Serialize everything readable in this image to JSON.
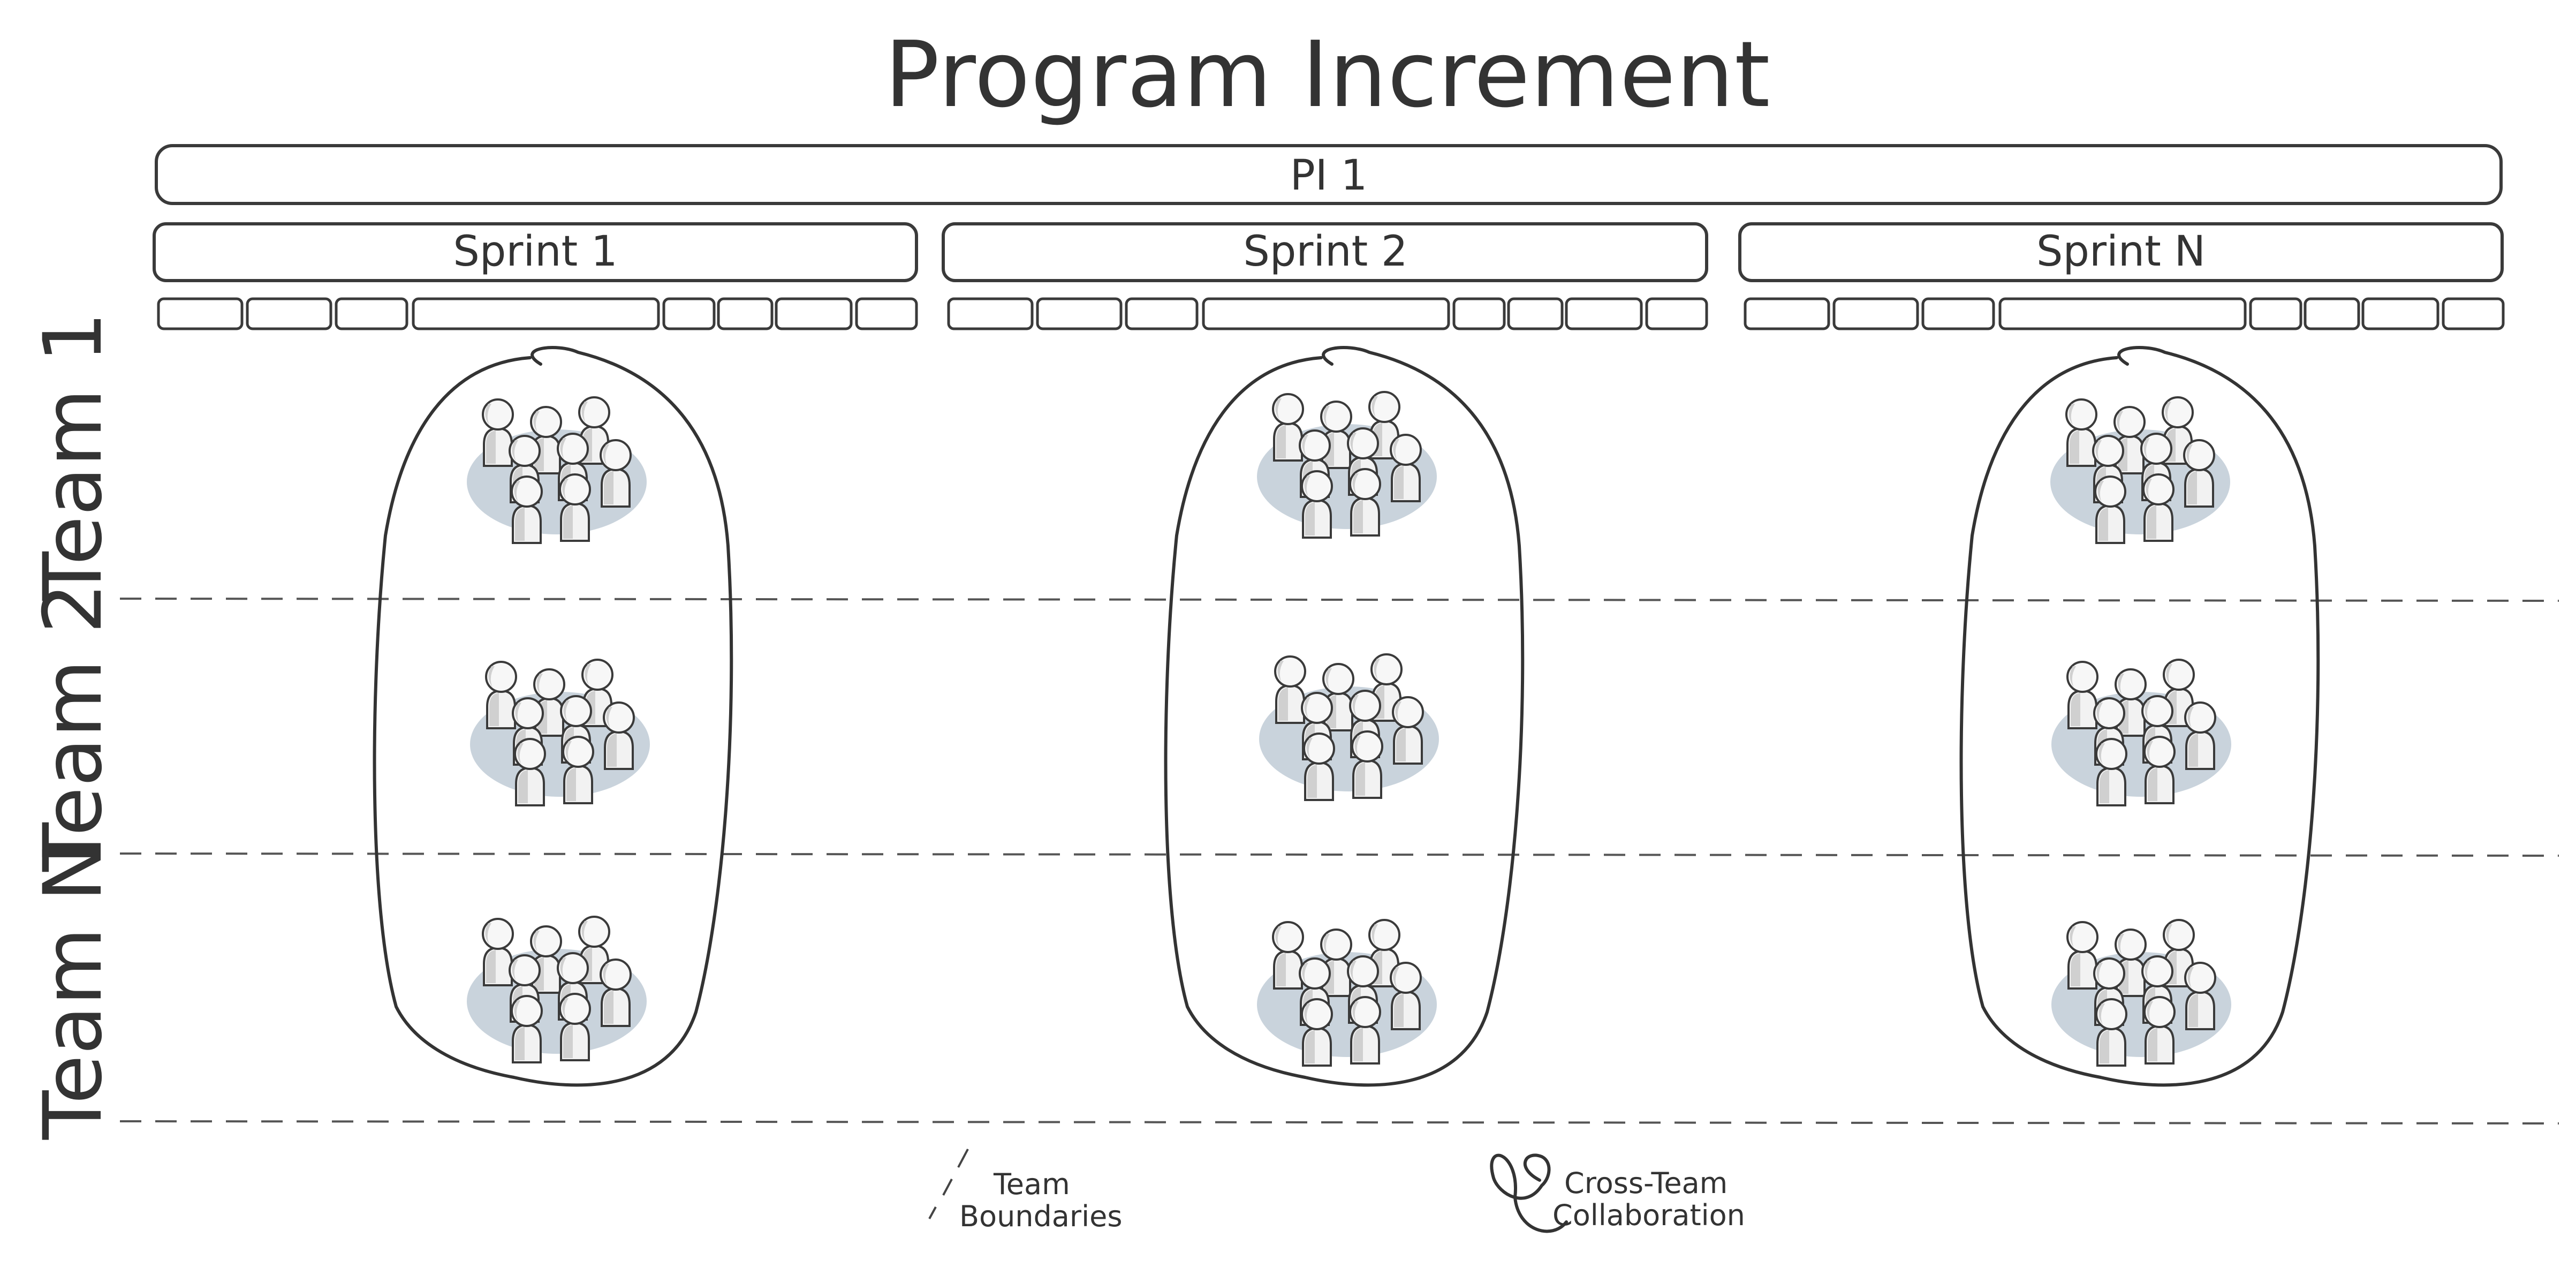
{
  "title": "Program Increment",
  "pi": {
    "label": "PI 1"
  },
  "sprints": [
    {
      "label": "Sprint 1"
    },
    {
      "label": "Sprint 2"
    },
    {
      "label": "Sprint N"
    }
  ],
  "teams": [
    {
      "label": "Team 1"
    },
    {
      "label": "Team 2"
    },
    {
      "label": "Team N"
    }
  ],
  "legend": {
    "boundaries_line1": "Team",
    "boundaries_line2": "Boundaries",
    "collab_line1": "Cross-Team",
    "collab_line2": "Collaboration"
  },
  "colors": {
    "stroke": "#333333",
    "team_blob": "#c9d3dc",
    "background": "#ffffff"
  }
}
